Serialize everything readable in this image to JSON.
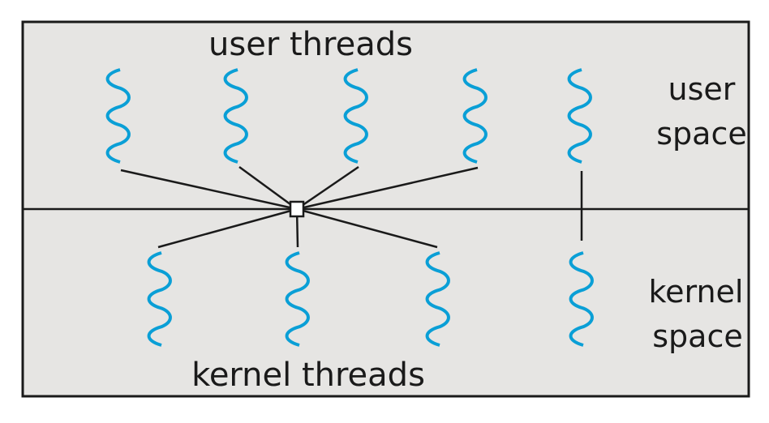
{
  "diagram": {
    "title_top": "user threads",
    "title_bottom": "kernel threads",
    "side_labels": {
      "user_line1": "user",
      "user_line2": "space",
      "kernel_line1": "kernel",
      "kernel_line2": "space"
    },
    "user_threads_count": 5,
    "kernel_threads_count": 4,
    "model": "many-to-many plus one-to-one (two-level model)",
    "colors": {
      "thread": "#0a9fd6",
      "background": "#e6e5e3",
      "line": "#1a1a1a",
      "multiplexer": "#ffffff"
    }
  }
}
